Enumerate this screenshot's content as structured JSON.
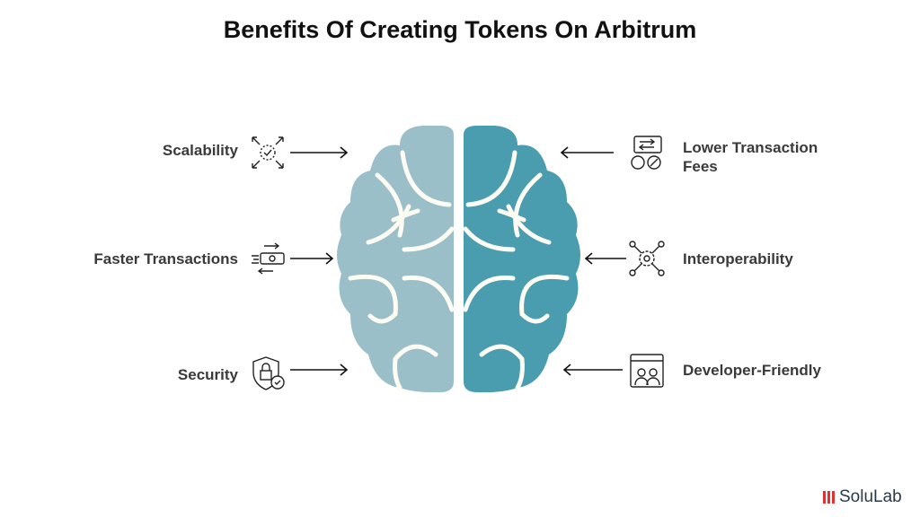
{
  "title": "Benefits Of Creating Tokens On Arbitrum",
  "benefits_left": [
    {
      "label": "Scalability",
      "icon": "scalability-icon"
    },
    {
      "label": "Faster Transactions",
      "icon": "fast-payment-icon"
    },
    {
      "label": "Security",
      "icon": "shield-lock-icon"
    }
  ],
  "benefits_right": [
    {
      "label_line1": "Lower Transaction",
      "label_line2": "Fees",
      "icon": "transaction-fees-icon"
    },
    {
      "label_line1": "Interoperability",
      "icon": "network-gear-icon"
    },
    {
      "label_line1": "Developer-Friendly",
      "icon": "developer-icon"
    }
  ],
  "colors": {
    "brain_left": "#9bbfc8",
    "brain_right": "#4a9dae",
    "gyri": "#fdfcf3"
  },
  "logo": "SoluLab"
}
